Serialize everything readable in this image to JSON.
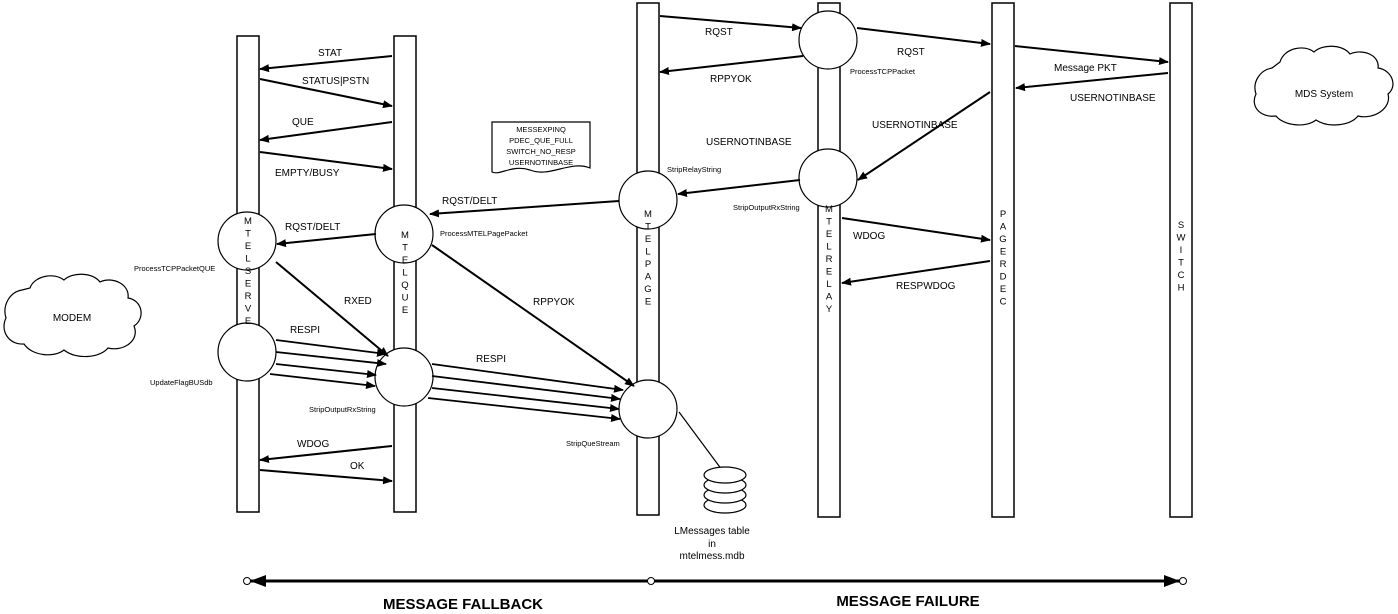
{
  "clouds": {
    "modem": "MODEM",
    "mds": "MDS System"
  },
  "lifelines": {
    "mtelserve": [
      "M",
      "T",
      "E",
      "L",
      "S",
      "E",
      "R",
      "V",
      "E"
    ],
    "mtelque": [
      "M",
      "T",
      "E",
      "L",
      "Q",
      "U",
      "E"
    ],
    "mtelpage": [
      "M",
      "T",
      "E",
      "L",
      "P",
      "A",
      "G",
      "E"
    ],
    "mtelrelay": [
      "M",
      "T",
      "E",
      "L",
      "R",
      "E",
      "L",
      "A",
      "Y"
    ],
    "pagerdec": [
      "P",
      "A",
      "G",
      "E",
      "R",
      "D",
      "E",
      "C"
    ],
    "switch": [
      "S",
      "W",
      "I",
      "T",
      "C",
      "H"
    ]
  },
  "messages": {
    "stat": "STAT",
    "status_pstn": "STATUS|PSTN",
    "que": "QUE",
    "empty_busy": "EMPTY/BUSY",
    "rqst_delt_1": "RQST/DELT",
    "rqst_delt_2": "RQST/DELT",
    "rxed": "RXED",
    "respi_1": "RESPI",
    "respi_2": "RESPI",
    "rppyok_1": "RPPYOK",
    "rppyok_2": "RPPYOK",
    "rqst_1": "RQST",
    "rqst_2": "RQST",
    "message_pkt": "Message PKT",
    "usernotinbase_1": "USERNOTINBASE",
    "usernotinbase_2": "USERNOTINBASE",
    "usernotinbase_3": "USERNOTINBASE",
    "wdog_1": "WDOG",
    "wdog_2": "WDOG",
    "respwdog": "RESPWDOG",
    "ok": "OK"
  },
  "processes": {
    "process_tcp_packet_que": "ProcessTCPPacketQUE",
    "update_flag_bus_db": "UpdateFlagBUSdb",
    "process_mtel_page_packet": "ProcessMTELPagePacket",
    "strip_output_rx_string_1": "StripOutputRxString",
    "strip_que_stream": "StripQueStream",
    "strip_relay_string": "StripRelayString",
    "strip_output_rx_string_2": "StripOutputRxString",
    "process_tcp_packet": "ProcessTCPPacket"
  },
  "note": {
    "lines": [
      "MESSEXPINQ",
      "PDEC_QUE_FULL",
      "SWITCH_NO_RESP",
      "USERNOTINBASE"
    ]
  },
  "database": {
    "line1": "LMessages table",
    "line2": "in",
    "line3": "mtelmess.mdb"
  },
  "footer": {
    "fallback": "MESSAGE FALLBACK",
    "failure": "MESSAGE FAILURE"
  }
}
